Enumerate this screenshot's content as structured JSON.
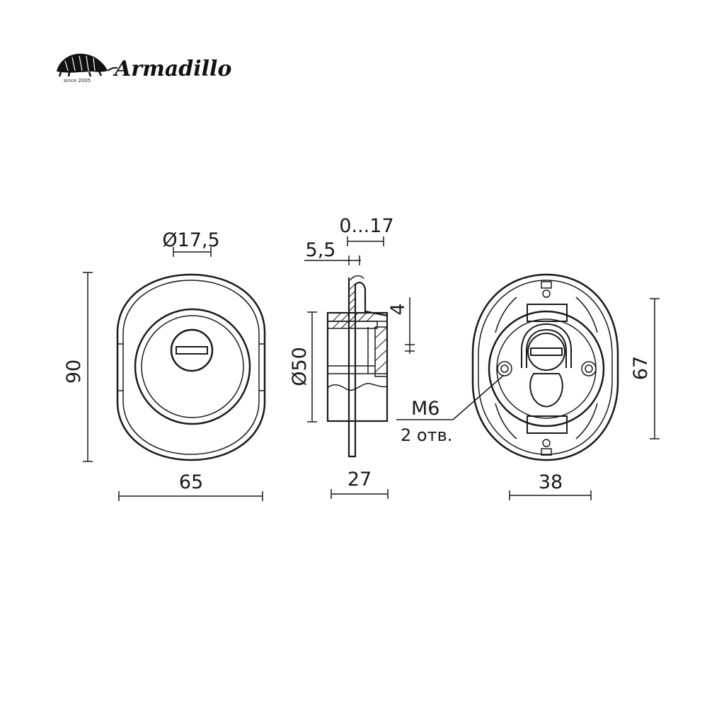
{
  "brand": {
    "name": "Armadillo",
    "since": "since 2005"
  },
  "dimensions": {
    "front_diameter": "Ø17,5",
    "front_height": "90",
    "front_width": "65",
    "side_range": "0...17",
    "side_offset": "5,5",
    "side_thickness": "4",
    "side_diameter": "Ø50",
    "side_depth": "27",
    "back_height": "67",
    "back_width": "38",
    "back_screw": "M6",
    "back_holes": "2 отв."
  },
  "colors": {
    "line": "#1a1a1a",
    "background": "#ffffff"
  }
}
